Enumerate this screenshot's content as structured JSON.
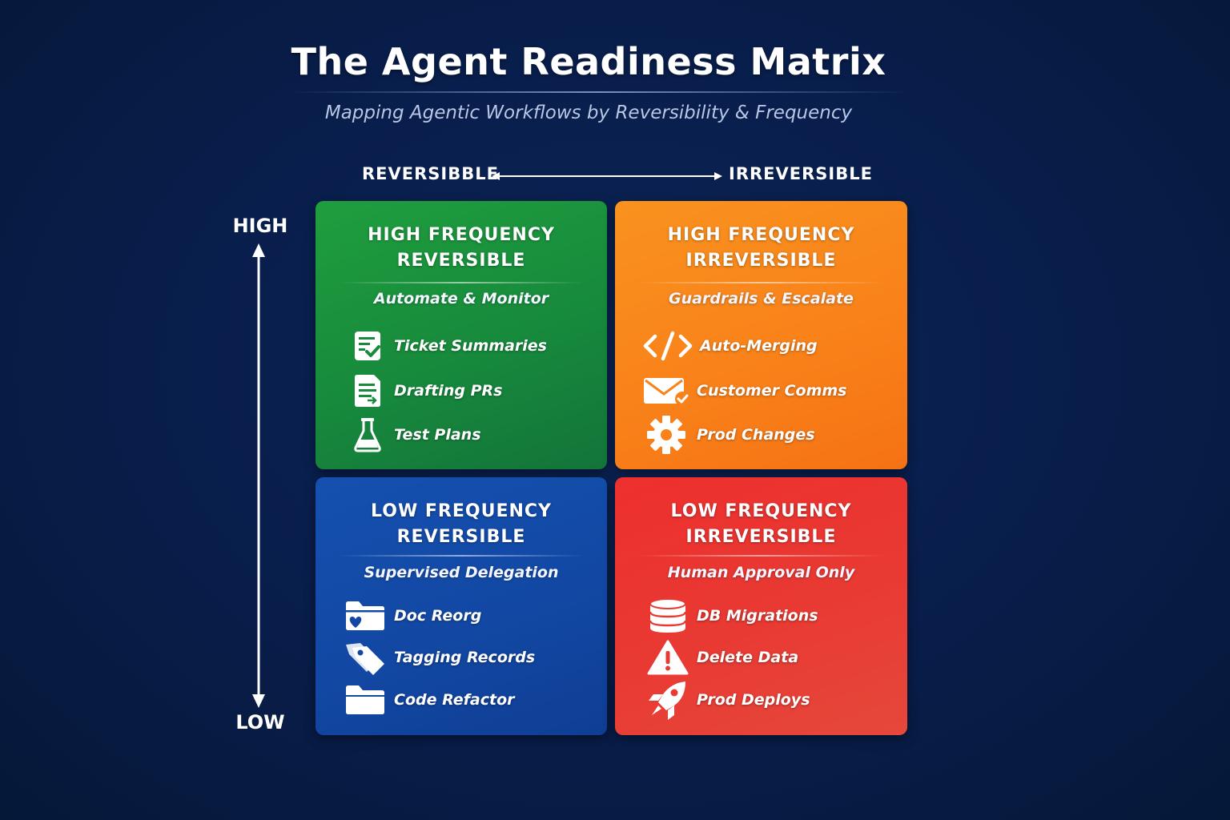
{
  "header": {
    "title": "The Agent Readiness Matrix",
    "subtitle": "Mapping Agentic Workflows by Reversibility & Frequency"
  },
  "axes": {
    "x_left": "REVERSIBBLE",
    "x_right": "IRREVERSIBLE",
    "y_top": "HIGH",
    "y_bottom": "LOW"
  },
  "colors": {
    "background": "#081d4a",
    "green": "#178a3c",
    "orange": "#f9821a",
    "blue": "#1248a4",
    "red": "#e83a33"
  },
  "quadrants": [
    {
      "title_line1": "HIGH FREQUENCY",
      "title_line2": "REVERSIBLE",
      "subtitle": "Automate & Monitor",
      "color": "#178a3c",
      "items": [
        {
          "label": "Ticket Summaries",
          "icon": "checklist-icon"
        },
        {
          "label": "Drafting PRs",
          "icon": "document-icon"
        },
        {
          "label": "Test Plans",
          "icon": "flask-icon"
        }
      ]
    },
    {
      "title_line1": "HIGH FREQUENCY",
      "title_line2": "IRREVERSIBLE",
      "subtitle": "Guardrails & Escalate",
      "color": "#f9821a",
      "items": [
        {
          "label": "Auto-Merging",
          "icon": "code-icon"
        },
        {
          "label": "Customer Comms",
          "icon": "envelope-icon"
        },
        {
          "label": "Prod Changes",
          "icon": "gear-icon"
        }
      ]
    },
    {
      "title_line1": "LOW FREQUENCY",
      "title_line2": "REVERSIBLE",
      "subtitle": "Supervised Delegation",
      "color": "#1248a4",
      "items": [
        {
          "label": "Doc Reorg",
          "icon": "folder-heart-icon"
        },
        {
          "label": "Tagging Records",
          "icon": "tag-icon"
        },
        {
          "label": "Code Refactor",
          "icon": "folder-icon"
        }
      ]
    },
    {
      "title_line1": "LOW FREQUENCY",
      "title_line2": "IRREVERSIBLE",
      "subtitle": "Human Approval Only",
      "color": "#e83a33",
      "items": [
        {
          "label": "DB Migrations",
          "icon": "database-icon"
        },
        {
          "label": "Delete Data",
          "icon": "warning-icon"
        },
        {
          "label": "Prod Deploys",
          "icon": "rocket-icon"
        }
      ]
    }
  ]
}
